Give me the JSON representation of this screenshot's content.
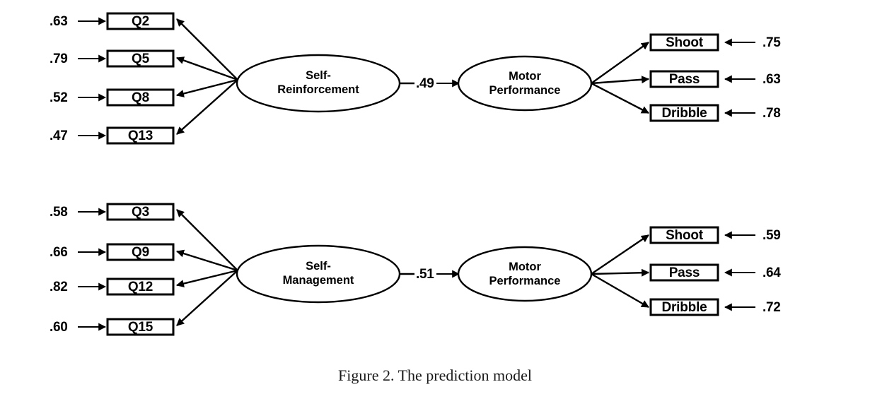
{
  "figure": {
    "caption": "Figure 2. The prediction model",
    "colors": {
      "stroke": "#000000",
      "text": "#000000",
      "background": "#ffffff"
    }
  },
  "models": [
    {
      "id": "model-self-reinforcement",
      "latent_predictor": {
        "line1": "Self-",
        "line2": "Reinforcement",
        "full": "Self-Reinforcement"
      },
      "latent_outcome": {
        "line1": "Motor",
        "line2": "Performance",
        "full": "Motor Performance"
      },
      "path_coefficient": ".49",
      "indicators": [
        {
          "label": "Q2",
          "loading": ".63"
        },
        {
          "label": "Q5",
          "loading": ".79"
        },
        {
          "label": "Q8",
          "loading": ".52"
        },
        {
          "label": "Q13",
          "loading": ".47"
        }
      ],
      "outcomes": [
        {
          "label": "Shoot",
          "loading": ".75"
        },
        {
          "label": "Pass",
          "loading": ".63"
        },
        {
          "label": "Dribble",
          "loading": ".78"
        }
      ]
    },
    {
      "id": "model-self-management",
      "latent_predictor": {
        "line1": "Self-",
        "line2": "Management",
        "full": "Self-Management"
      },
      "latent_outcome": {
        "line1": "Motor",
        "line2": "Performance",
        "full": "Motor Performance"
      },
      "path_coefficient": ".51",
      "indicators": [
        {
          "label": "Q3",
          "loading": ".58"
        },
        {
          "label": "Q9",
          "loading": ".66"
        },
        {
          "label": "Q12",
          "loading": ".82"
        },
        {
          "label": "Q15",
          "loading": ".60"
        }
      ],
      "outcomes": [
        {
          "label": "Shoot",
          "loading": ".59"
        },
        {
          "label": "Pass",
          "loading": ".64"
        },
        {
          "label": "Dribble",
          "loading": ".72"
        }
      ]
    }
  ],
  "chart_data": {
    "type": "diagram",
    "title": "Figure 2. The prediction model",
    "description": "Two structural equation path models predicting Motor Performance",
    "paths": [
      {
        "from": "Self-Reinforcement",
        "to": "Motor Performance",
        "value": 0.49
      },
      {
        "from": "Self-Reinforcement",
        "to": "Q2",
        "value": 0.63
      },
      {
        "from": "Self-Reinforcement",
        "to": "Q5",
        "value": 0.79
      },
      {
        "from": "Self-Reinforcement",
        "to": "Q8",
        "value": 0.52
      },
      {
        "from": "Self-Reinforcement",
        "to": "Q13",
        "value": 0.47
      },
      {
        "from": "Motor Performance",
        "to": "Shoot",
        "value": 0.75
      },
      {
        "from": "Motor Performance",
        "to": "Pass",
        "value": 0.63
      },
      {
        "from": "Motor Performance",
        "to": "Dribble",
        "value": 0.78
      },
      {
        "from": "Self-Management",
        "to": "Motor Performance",
        "value": 0.51
      },
      {
        "from": "Self-Management",
        "to": "Q3",
        "value": 0.58
      },
      {
        "from": "Self-Management",
        "to": "Q9",
        "value": 0.66
      },
      {
        "from": "Self-Management",
        "to": "Q12",
        "value": 0.82
      },
      {
        "from": "Self-Management",
        "to": "Q15",
        "value": 0.6
      },
      {
        "from": "Motor Performance",
        "to": "Shoot",
        "value": 0.59
      },
      {
        "from": "Motor Performance",
        "to": "Pass",
        "value": 0.64
      },
      {
        "from": "Motor Performance",
        "to": "Dribble",
        "value": 0.72
      }
    ]
  }
}
